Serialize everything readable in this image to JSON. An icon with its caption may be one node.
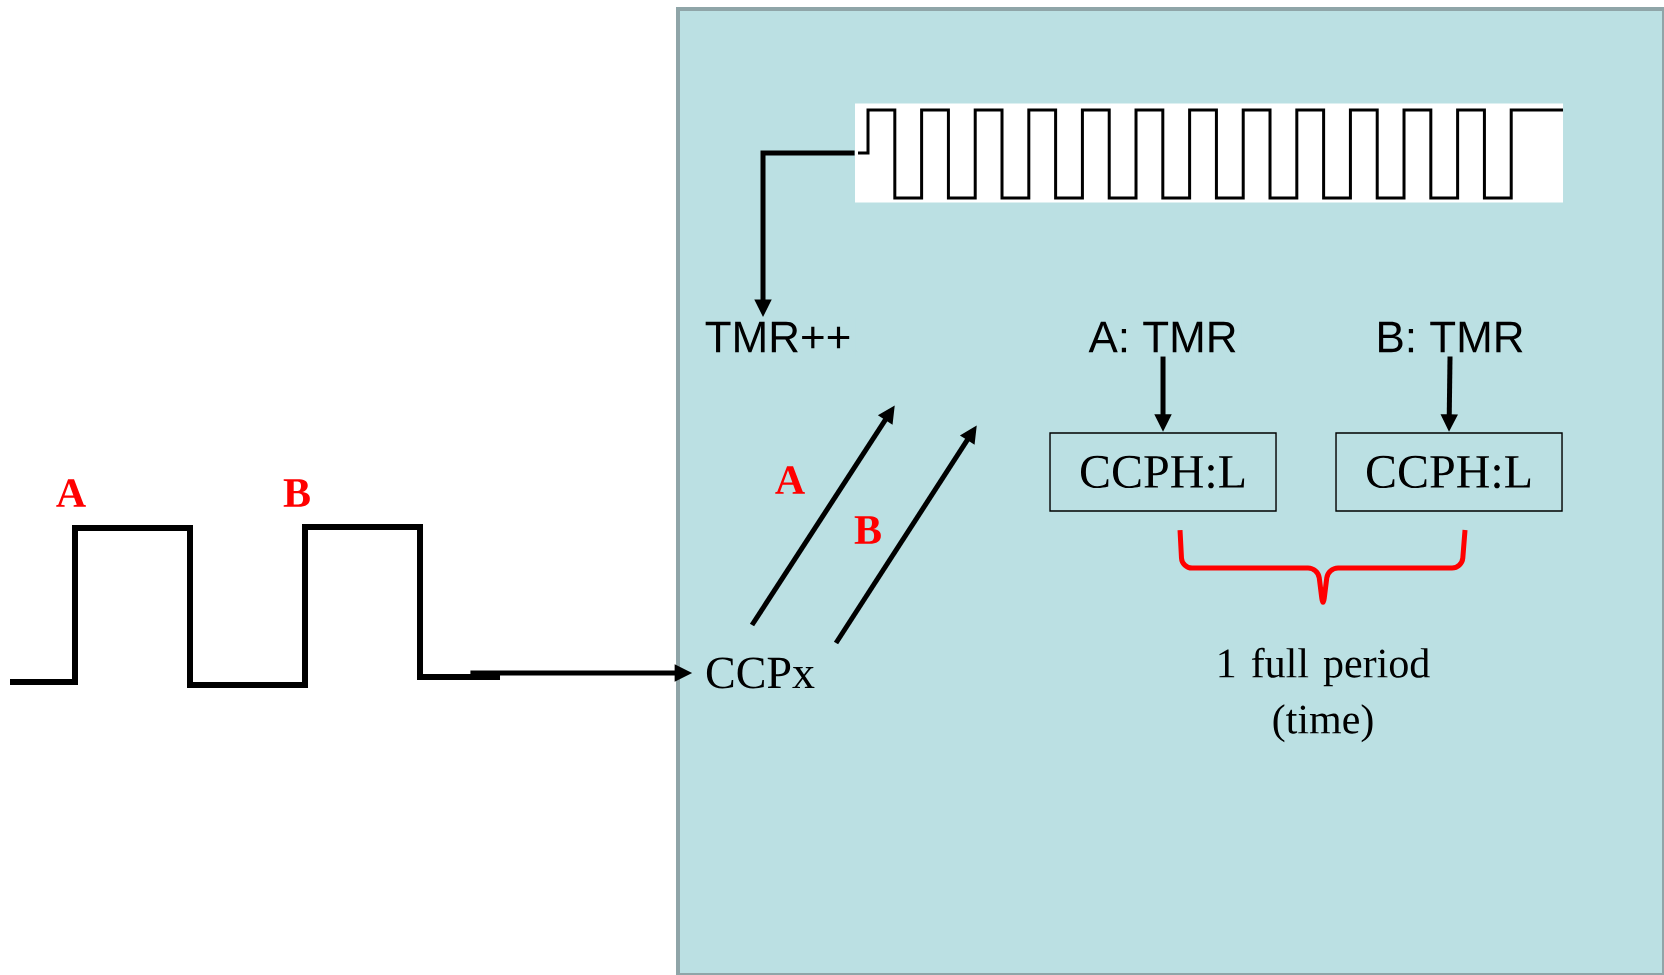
{
  "diagram": {
    "nodes": [
      {
        "text": [],
        "shape": "box"
      },
      {
        "text": [],
        "shape": "picture",
        "in": 0
      },
      {
        "text": [
          "TMR++"
        ],
        "in": 0
      },
      {
        "text": [
          "A: TMR"
        ],
        "in": 0
      },
      {
        "text": [
          "B: TMR"
        ],
        "in": 0
      },
      {
        "text": [
          "CCPH:L"
        ],
        "in": 0
      },
      {
        "text": [
          "CCPH:L"
        ],
        "in": 0
      },
      {
        "text": [
          "CCPx"
        ],
        "in": 0
      },
      {
        "text": [],
        "shape": "picture",
        "beside": [
          "A",
          "B"
        ]
      }
    ],
    "edges": [
      {
        "from": 1,
        "to": 2,
        "arrow": "to"
      },
      {
        "from": 3,
        "to": 5,
        "arrow": "to"
      },
      {
        "from": 4,
        "to": 6,
        "arrow": "to"
      },
      {
        "from": 8,
        "to": 7,
        "arrow": "to"
      },
      {
        "from": 7,
        "to": null,
        "arrow": "to",
        "label": "A"
      },
      {
        "from": 7,
        "to": null,
        "arrow": "to",
        "label": "B"
      }
    ],
    "labels": [
      "1 full period (time)"
    ]
  }
}
